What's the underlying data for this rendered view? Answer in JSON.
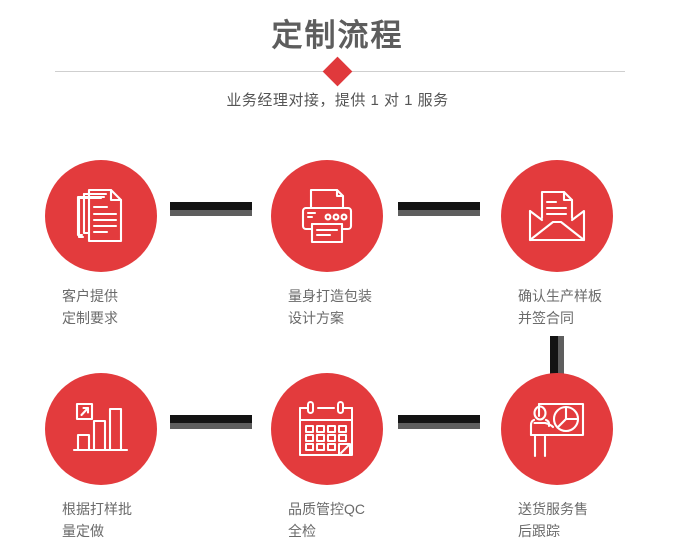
{
  "header": {
    "title": "定制流程",
    "subtitle": "业务经理对接，提供 1 对 1 服务",
    "accent_color": "#e33b3d",
    "divider_color": "#cfcfcf",
    "title_color": "#5d5d5d",
    "subtitle_color": "#555555"
  },
  "steps": [
    {
      "index": "1",
      "icon": "documents-stack-icon",
      "label": "客户提供\n定制要求"
    },
    {
      "index": "2",
      "icon": "printer-icon",
      "label": "量身打造包装\n设计方案"
    },
    {
      "index": "3",
      "icon": "envelope-document-icon",
      "label": "确认生产样板\n并签合同"
    },
    {
      "index": "4",
      "icon": "bar-chart-growth-icon",
      "label": "根据打样批\n量定做"
    },
    {
      "index": "5",
      "icon": "calendar-check-icon",
      "label": "品质管控QC\n全检"
    },
    {
      "index": "6",
      "icon": "presenter-piechart-icon",
      "label": "送货服务售\n后跟踪"
    }
  ],
  "connectors": {
    "dark_color": "#131313",
    "gray_color": "#5e5e5e",
    "horizontal_count": "4",
    "vertical_count": "1"
  }
}
